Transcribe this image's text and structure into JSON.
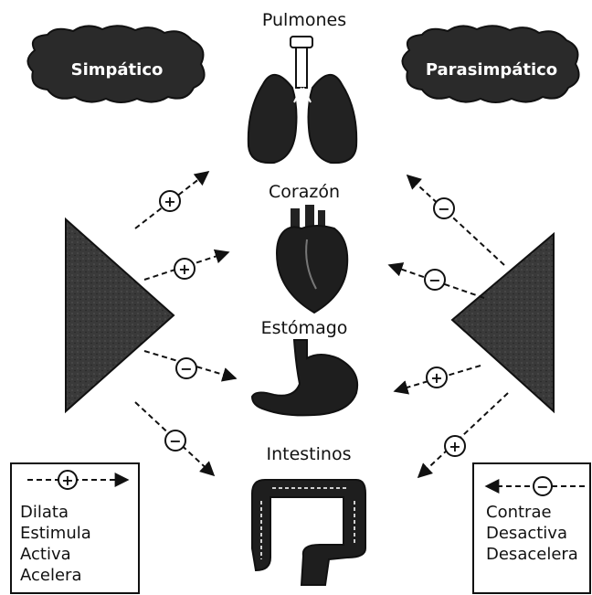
{
  "organs": {
    "lungs": "Pulmones",
    "heart": "Corazón",
    "stomach": "Estómago",
    "intestines": "Intestinos"
  },
  "systems": {
    "sympathetic": "Simpático",
    "parasympathetic": "Parasimpático"
  },
  "signs": {
    "plus": "+",
    "minus": "−"
  },
  "legend_left": {
    "symbol": "+",
    "items": [
      "Dilata",
      "Estimula",
      "Activa",
      "Acelera"
    ]
  },
  "legend_right": {
    "symbol": "−",
    "items": [
      "Contrae",
      "Desactiva",
      "Desacelera"
    ]
  },
  "colors": {
    "ink": "#111111",
    "cloud": "#2a2a2a",
    "triangle": "#3a3a3a",
    "paper": "#ffffff"
  }
}
